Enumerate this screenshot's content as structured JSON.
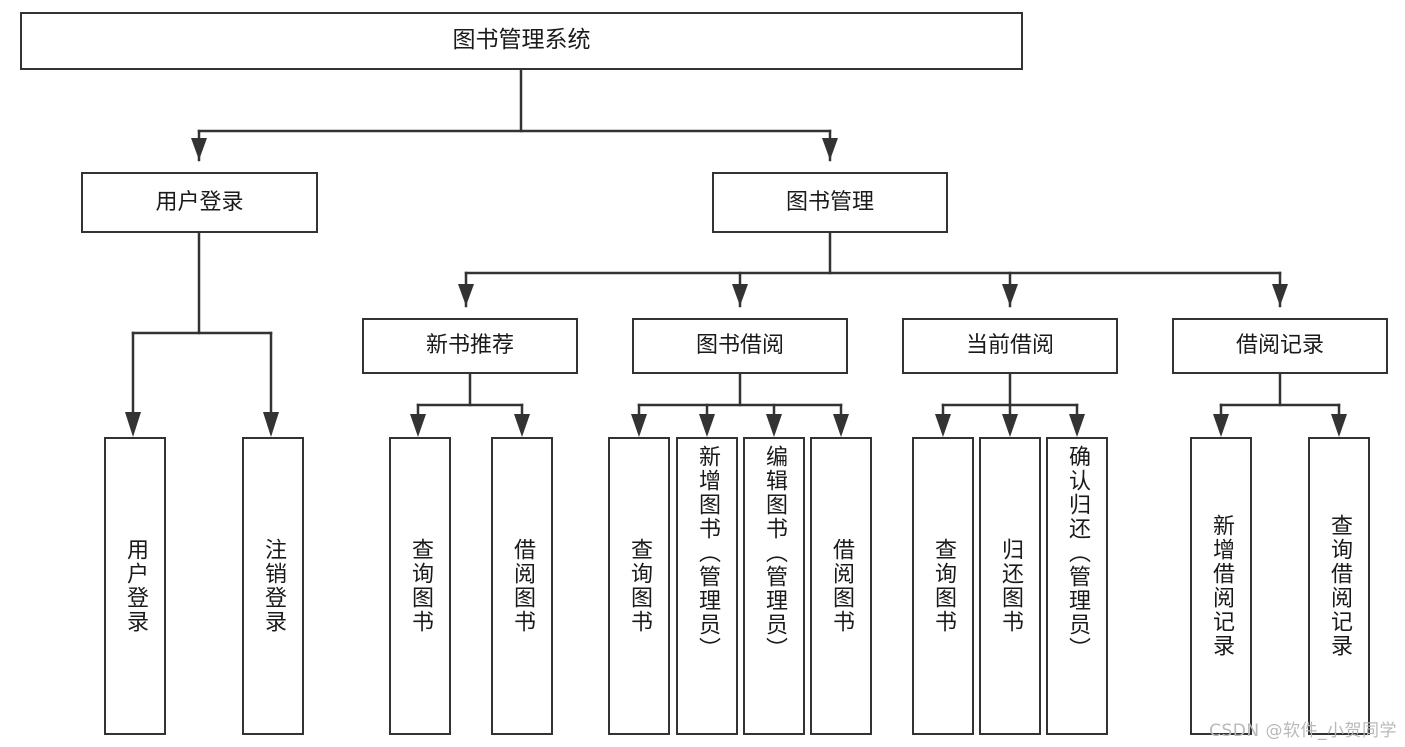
{
  "diagram": {
    "title": "图书管理系统",
    "type": "functional-structure-tree",
    "root": {
      "label": "图书管理系统"
    },
    "level2": [
      {
        "label": "用户登录"
      },
      {
        "label": "图书管理"
      }
    ],
    "level3": [
      {
        "label": "新书推荐"
      },
      {
        "label": "图书借阅"
      },
      {
        "label": "当前借阅"
      },
      {
        "label": "借阅记录"
      }
    ],
    "leaves": {
      "user_login": [
        {
          "label": "用户登录"
        },
        {
          "label": "注销登录"
        }
      ],
      "new_book_recommend": [
        {
          "label": "查询图书"
        },
        {
          "label": "借阅图书"
        }
      ],
      "book_borrow": [
        {
          "label": "查询图书"
        },
        {
          "label": "新增图书（管理员）"
        },
        {
          "label": "编辑图书（管理员）"
        },
        {
          "label": "借阅图书"
        }
      ],
      "current_borrow": [
        {
          "label": "查询图书"
        },
        {
          "label": "归还图书"
        },
        {
          "label": "确认归还（管理员）"
        }
      ],
      "borrow_record": [
        {
          "label": "新增借阅记录"
        },
        {
          "label": "查询借阅记录"
        }
      ]
    }
  },
  "watermark": {
    "text": "CSDN @软件_小贺同学"
  },
  "colors": {
    "stroke": "#333333",
    "fill": "#ffffff",
    "text": "#1a1a1a",
    "watermark": "#b9b9b9"
  }
}
